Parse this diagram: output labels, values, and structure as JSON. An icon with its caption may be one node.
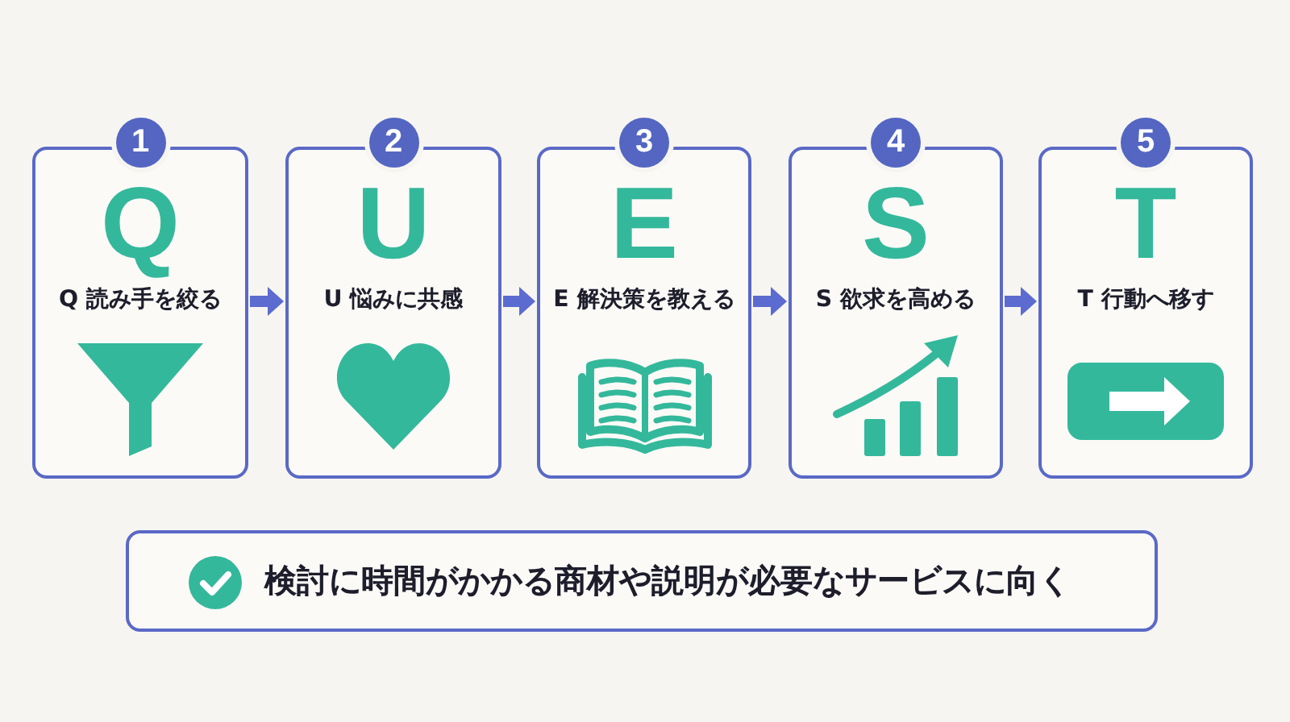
{
  "diagram": {
    "nodes": [
      {
        "text": [
          "1",
          "Q",
          "Q 読み手を絞る"
        ]
      },
      {
        "text": [
          "2",
          "U",
          "U 悩みに共感"
        ]
      },
      {
        "text": [
          "3",
          "E",
          "E 解決策を教える"
        ]
      },
      {
        "text": [
          "4",
          "S",
          "S 欲求を高める"
        ]
      },
      {
        "text": [
          "5",
          "T",
          "T 行動へ移す"
        ]
      },
      {
        "text": [
          "検討に時間がかかる商材や説明が必要なサービスに向く"
        ]
      }
    ],
    "edges": [
      {
        "from": 0,
        "to": 1,
        "arrow": "to"
      },
      {
        "from": 1,
        "to": 2,
        "arrow": "to"
      },
      {
        "from": 2,
        "to": 3,
        "arrow": "to"
      },
      {
        "from": 3,
        "to": 4,
        "arrow": "to"
      }
    ]
  }
}
